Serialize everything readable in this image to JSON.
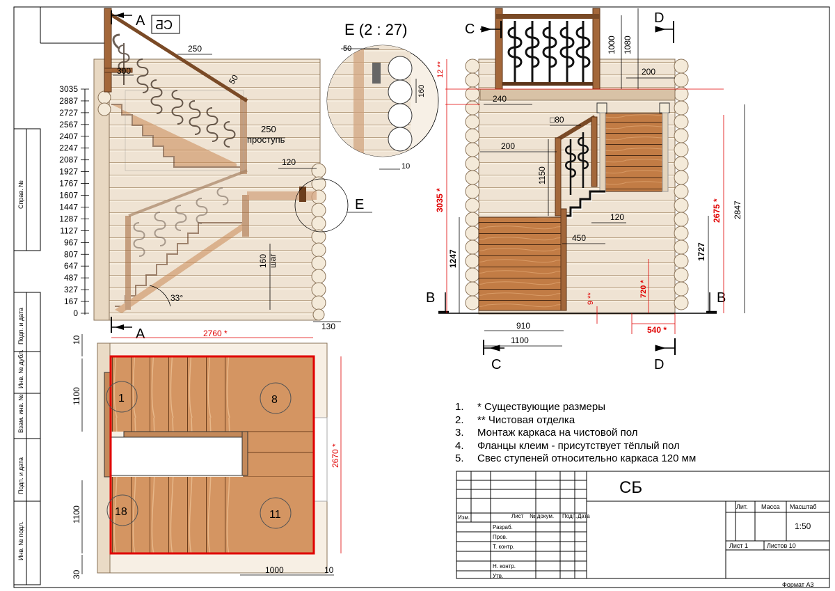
{
  "section_marks": {
    "A": "A",
    "B": "B",
    "C": "C",
    "D": "D",
    "E": "E",
    "sb_mirror": "СБ"
  },
  "detail_title": "E (2 : 27)",
  "left_view": {
    "level_ticks": [
      "3035",
      "2887",
      "2727",
      "2567",
      "2407",
      "2247",
      "2087",
      "1927",
      "1767",
      "1607",
      "1447",
      "1287",
      "1127",
      "967",
      "807",
      "647",
      "487",
      "327",
      "167",
      "0"
    ],
    "dim_250": "250",
    "dim_300": "300",
    "dim_50": "50",
    "dim_250_tread": "250",
    "tread_label": "проступь",
    "dim_120": "120",
    "dim_160": "160",
    "step_label": "шаг",
    "angle": "33°",
    "dim_130": "130"
  },
  "detail_e": {
    "dim_50": "50",
    "dim_160": "160",
    "dim_10": "10"
  },
  "right_view": {
    "dim_1000": "1000",
    "dim_1080": "1080",
    "dim_12": "12 **",
    "dim_200_top": "200",
    "dim_240": "240",
    "dim_80": "□80",
    "dim_200_mid": "200",
    "dim_3035": "3035 *",
    "dim_1150": "1150",
    "dim_2675": "2675 *",
    "dim_2847": "2847",
    "dim_120": "120",
    "dim_450": "450",
    "dim_1247": "1247",
    "dim_1727": "1727",
    "dim_720": "720 *",
    "dim_9": "9 **",
    "dim_910": "910",
    "dim_1100": "1100",
    "dim_540": "540 *"
  },
  "plan_view": {
    "dim_2760": "2760 *",
    "dim_10_top": "10",
    "dim_1100_top": "1100",
    "dim_1100_bottom": "1100",
    "dim_30": "30",
    "dim_2670": "2670 *",
    "dim_1000": "1000",
    "dim_10_bottom": "10",
    "step_1": "1",
    "step_8": "8",
    "step_11": "11",
    "step_18": "18"
  },
  "notes": [
    {
      "n": "1.",
      "text": "* Существующие размеры"
    },
    {
      "n": "2.",
      "text": "** Чистовая отделка"
    },
    {
      "n": "3.",
      "text": "Монтаж каркаса на чистовой пол"
    },
    {
      "n": "4.",
      "text": "Фланцы клеим - присутствует тёплый пол"
    },
    {
      "n": "5.",
      "text": "Свес ступеней относительно каркаса 120 мм"
    }
  ],
  "title_block": {
    "title": "СБ",
    "lit": "Лит.",
    "massa": "Масса",
    "masshtab": "Масштаб",
    "scale": "1:50",
    "list": "Лист 1",
    "listov": "Листов 10",
    "izm": "Изм.",
    "list_col": "Лист",
    "doc_no": "№ докум.",
    "podp": "Подп.",
    "data": "Дата",
    "razrab": "Разраб.",
    "prov": "Пров.",
    "t_kontr": "Т. контр.",
    "n_kontr": "Н. контр.",
    "utv": "Утв.",
    "format": "Формат А3"
  },
  "side_stamp": {
    "sprav": "Справ. №",
    "podp_data_1": "Подп. и дата",
    "inv_dubl": "Инв. № дубл.",
    "vzam_inv": "Взам. инв. №",
    "podp_data_2": "Подп. и дата",
    "inv_podl": "Инв. № подл."
  },
  "colors": {
    "wood": "#c98a55",
    "wood_light": "#f3e8d8",
    "log_wall": "#efe3d3",
    "dimension_red": "#e00000",
    "rail_brown": "#7a4a26"
  }
}
